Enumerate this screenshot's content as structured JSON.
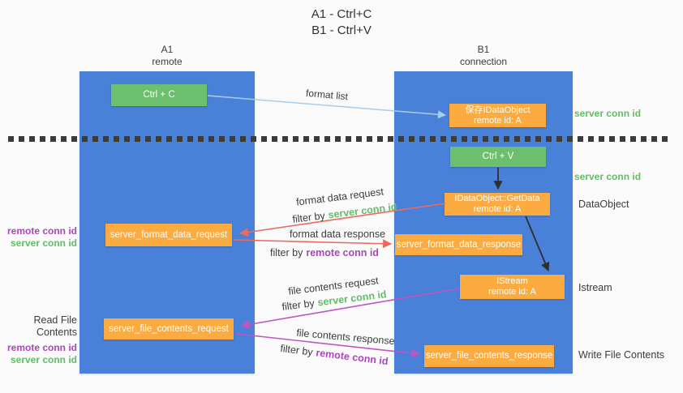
{
  "title": {
    "line1": "A1 - Ctrl+C",
    "line2": "B1 - Ctrl+V"
  },
  "columns": {
    "left": {
      "name": "A1",
      "role": "remote"
    },
    "right": {
      "name": "B1",
      "role": "connection"
    }
  },
  "nodes": {
    "ctrl_c": "Ctrl + C",
    "ctrl_v": "Ctrl + V",
    "save_idataobject": {
      "line1": "保存IDataObject",
      "line2": "remote id: A"
    },
    "getdata": {
      "line1": "IDataObject::GetData",
      "line2": "remote id: A"
    },
    "istream": {
      "line1": "IStream",
      "line2": "remote id: A"
    },
    "format_request": "server_format_data_request",
    "format_response": "server_format_data_response",
    "file_request": "server_file_contents_request",
    "file_response": "server_file_contents_response"
  },
  "labels": {
    "format_list": "format list",
    "format_data_request": "format data request",
    "format_data_response": "format data response",
    "file_contents_request": "file contents request",
    "file_contents_response": "file contents response",
    "filter_by": "filter by",
    "server_conn_id": "server conn id",
    "remote_conn_id": "remote conn id",
    "dataobject": "DataObject",
    "istream_side": "Istream",
    "read_file_contents": "Read File Contents",
    "write_file_contents": "Write File Contents"
  },
  "colors": {
    "background": "#fafafa",
    "column_blue": "#4a81d8",
    "box_green": "#6cbf6c",
    "box_orange": "#fbab40",
    "text_green": "#66bb6a",
    "text_purple": "#ab47bc",
    "arrow_red": "#e96c5f",
    "arrow_magenta": "#bf55c4",
    "arrow_light_blue": "#a7cdec",
    "arrow_black": "#2f2f2f",
    "dotted_line": "#3b3b3b"
  }
}
